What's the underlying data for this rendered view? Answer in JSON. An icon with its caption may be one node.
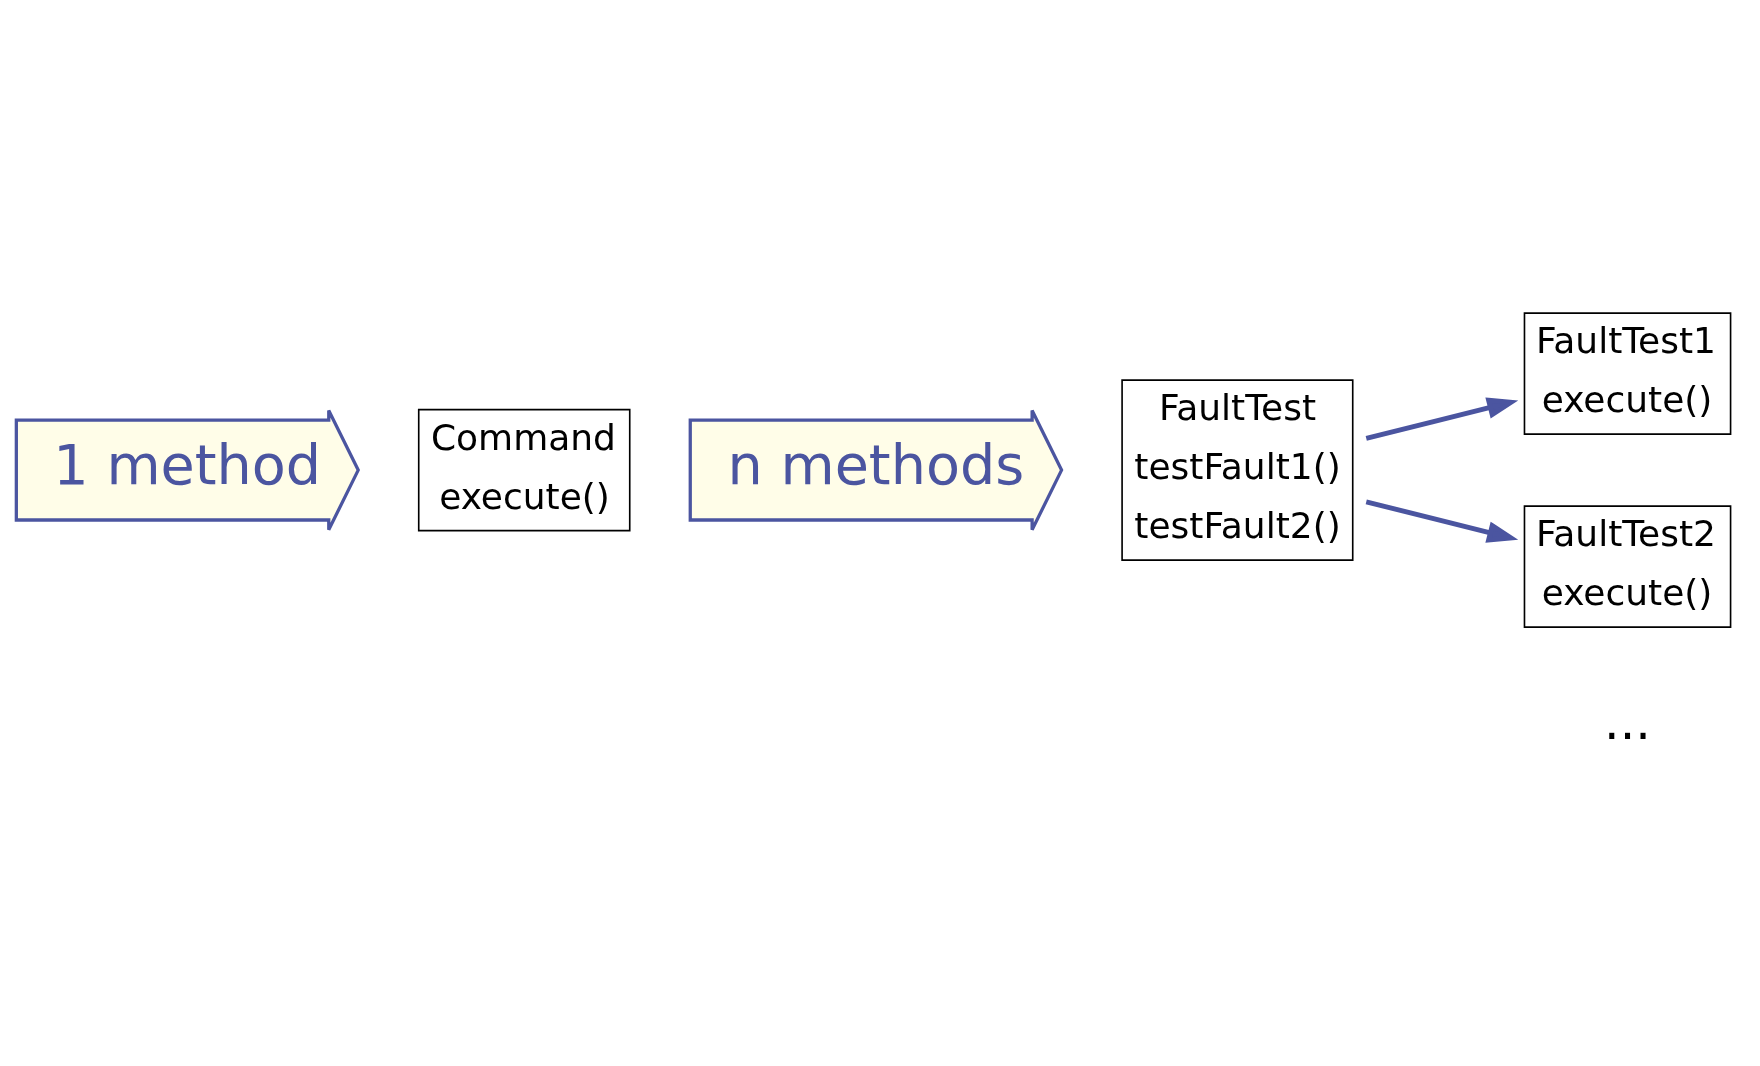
{
  "diagram": {
    "nodes": [
      {
        "text": [
          "1 method"
        ]
      },
      {
        "text": [
          "Command",
          "execute()"
        ]
      },
      {
        "text": [
          "n methods"
        ]
      },
      {
        "text": [
          "FaultTest",
          "testFault1()",
          "testFault2()"
        ]
      },
      {
        "text": [
          "FaultTest1",
          "execute()"
        ]
      },
      {
        "text": [
          "FaultTest2",
          "execute()"
        ]
      }
    ],
    "edges": [
      {
        "from": 3,
        "to": 4,
        "arrow": "to"
      },
      {
        "from": 3,
        "to": 5,
        "arrow": "to"
      }
    ],
    "labels": [
      "..."
    ]
  }
}
